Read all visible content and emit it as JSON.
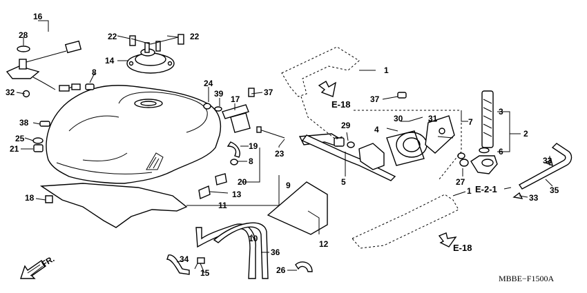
{
  "diagram": {
    "code": "MBBE−F1500A",
    "direction_label": "FR.",
    "refs": {
      "e18_top": "E-18",
      "e18_bottom": "E-18",
      "e21": "E-2-1"
    },
    "callouts": {
      "c1a": "1",
      "c1b": "1",
      "c2": "2",
      "c3": "3",
      "c4": "4",
      "c5": "5",
      "c6": "6",
      "c7": "7",
      "c8a": "8",
      "c8b": "8",
      "c9": "9",
      "c10": "10",
      "c11": "11",
      "c12": "12",
      "c13": "13",
      "c14": "14",
      "c15": "15",
      "c16": "16",
      "c17": "17",
      "c18": "18",
      "c19": "19",
      "c20": "20",
      "c21": "21",
      "c22a": "22",
      "c22b": "22",
      "c23": "23",
      "c24": "24",
      "c25": "25",
      "c26": "26",
      "c27": "27",
      "c28": "28",
      "c29": "29",
      "c30": "30",
      "c31": "31",
      "c32": "32",
      "c33a": "33",
      "c33b": "33",
      "c34": "34",
      "c35": "35",
      "c36": "36",
      "c37a": "37",
      "c37b": "37",
      "c38": "38",
      "c39": "39"
    }
  }
}
